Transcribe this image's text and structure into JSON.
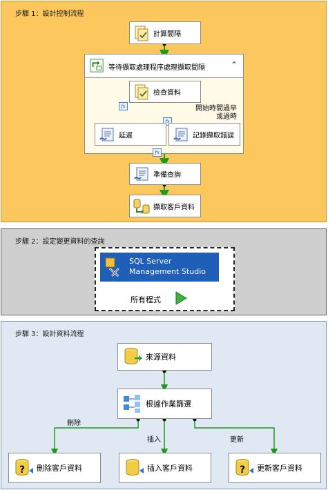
{
  "steps": {
    "step1": {
      "title": "步驟 1：設計控制流程",
      "tasks": {
        "compute_interval": "計算間隔",
        "loop_container": "等待擷取處理程序處理擷取間隔",
        "check_data": "檢查資料",
        "delay": "延遲",
        "log_error": "記錄擷取錯誤",
        "prepare_query": "準備查詢",
        "extract_customers": "擷取客戶資料"
      },
      "edge_labels": {
        "early_or_late": "開始時間過早\n或過時"
      },
      "badge_text": "fx"
    },
    "step2": {
      "title": "步驟 2：設定變更資料的查詢",
      "tile_label": "SQL Server Management Studio",
      "all_programs": "所有程式"
    },
    "step3": {
      "title": "步驟 3：設計資料流程",
      "components": {
        "source": "來源資料",
        "split": "根據作業篩選",
        "delete_dest": "刪除客戶資料",
        "insert_dest": "插入客戶資料",
        "update_dest": "更新客戶資料"
      },
      "edge_labels": {
        "delete": "刪除",
        "insert": "插入",
        "update": "更新"
      }
    }
  },
  "colors": {
    "step1_bg": "#fcc75d",
    "step2_bg": "#cfcfcf",
    "step3_bg": "#dfe8f3",
    "connector_green": "#1f9a1f",
    "ssms_blue": "#1f5fb8"
  }
}
